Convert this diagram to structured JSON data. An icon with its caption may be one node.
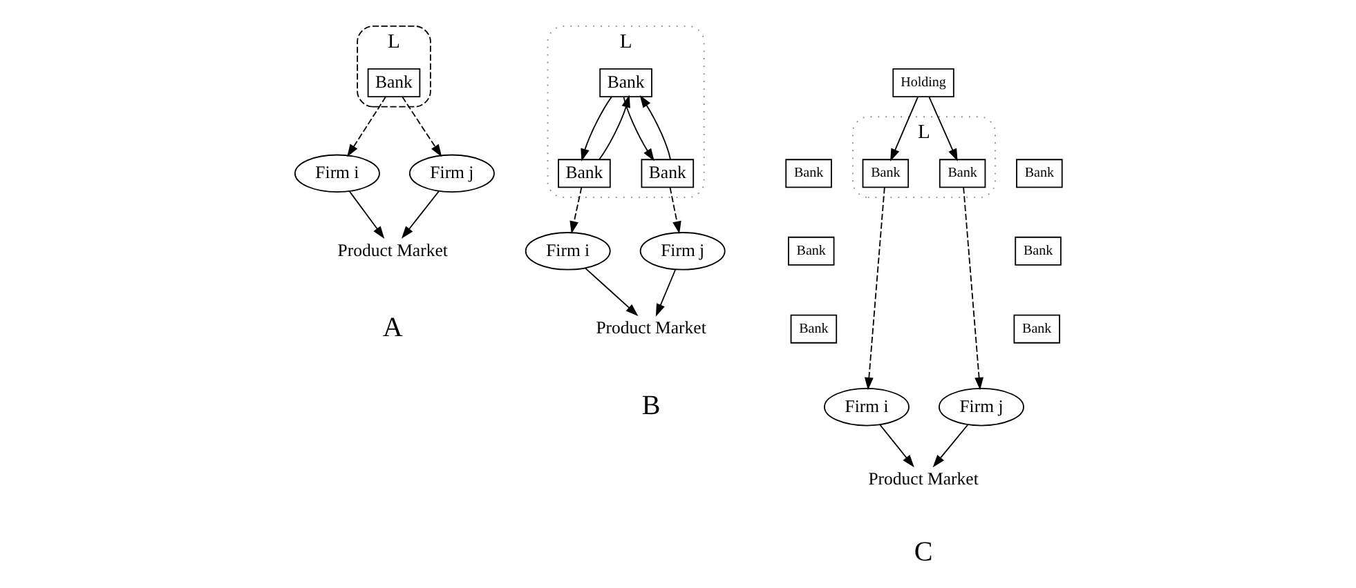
{
  "diagram": {
    "nodes": [
      {
        "text": [
          "L"
        ]
      },
      {
        "text": [
          "Bank"
        ],
        "in": 0
      },
      {
        "text": [
          "Firm i"
        ]
      },
      {
        "text": [
          "Firm j"
        ]
      },
      {
        "text": [
          "Product Market"
        ]
      },
      {
        "text": [
          "L"
        ]
      },
      {
        "text": [
          "Bank"
        ],
        "in": 5
      },
      {
        "text": [
          "Bank"
        ],
        "in": 5
      },
      {
        "text": [
          "Bank"
        ],
        "in": 5
      },
      {
        "text": [
          "Firm i"
        ]
      },
      {
        "text": [
          "Firm j"
        ]
      },
      {
        "text": [
          "Product Market"
        ]
      },
      {
        "text": [
          "Holding"
        ]
      },
      {
        "text": [
          "Bank"
        ]
      },
      {
        "text": [
          "Bank"
        ]
      },
      {
        "text": [
          "L"
        ]
      },
      {
        "text": [
          "Bank"
        ],
        "in": 15
      },
      {
        "text": [
          "Bank"
        ],
        "in": 15
      },
      {
        "text": [
          "Bank"
        ]
      },
      {
        "text": [
          "Bank"
        ]
      },
      {
        "text": [
          "Bank"
        ]
      },
      {
        "text": [
          "Bank"
        ]
      },
      {
        "text": [
          "Firm i"
        ]
      },
      {
        "text": [
          "Firm j"
        ]
      },
      {
        "text": [
          "Product Market"
        ]
      }
    ],
    "edges": [
      {
        "from": 1,
        "to": 2,
        "arrow": "to",
        "style": "dashed"
      },
      {
        "from": 1,
        "to": 3,
        "arrow": "to",
        "style": "dashed"
      },
      {
        "from": 2,
        "to": 4,
        "arrow": "to"
      },
      {
        "from": 3,
        "to": 4,
        "arrow": "to"
      },
      {
        "from": 6,
        "to": 7,
        "arrow": "to"
      },
      {
        "from": 7,
        "to": 6,
        "arrow": "to"
      },
      {
        "from": 6,
        "to": 8,
        "arrow": "to"
      },
      {
        "from": 8,
        "to": 6,
        "arrow": "to"
      },
      {
        "from": 7,
        "to": 9,
        "arrow": "to",
        "style": "dashed"
      },
      {
        "from": 8,
        "to": 10,
        "arrow": "to",
        "style": "dashed"
      },
      {
        "from": 9,
        "to": 11,
        "arrow": "to"
      },
      {
        "from": 10,
        "to": 11,
        "arrow": "to"
      },
      {
        "from": 12,
        "to": 16,
        "arrow": "to"
      },
      {
        "from": 12,
        "to": 17,
        "arrow": "to"
      },
      {
        "from": 16,
        "to": 22,
        "arrow": "to",
        "style": "dashed"
      },
      {
        "from": 17,
        "to": 23,
        "arrow": "to",
        "style": "dashed"
      },
      {
        "from": 22,
        "to": 24,
        "arrow": "to"
      },
      {
        "from": 23,
        "to": 24,
        "arrow": "to"
      }
    ],
    "labels": [
      "A",
      "B",
      "C"
    ]
  }
}
